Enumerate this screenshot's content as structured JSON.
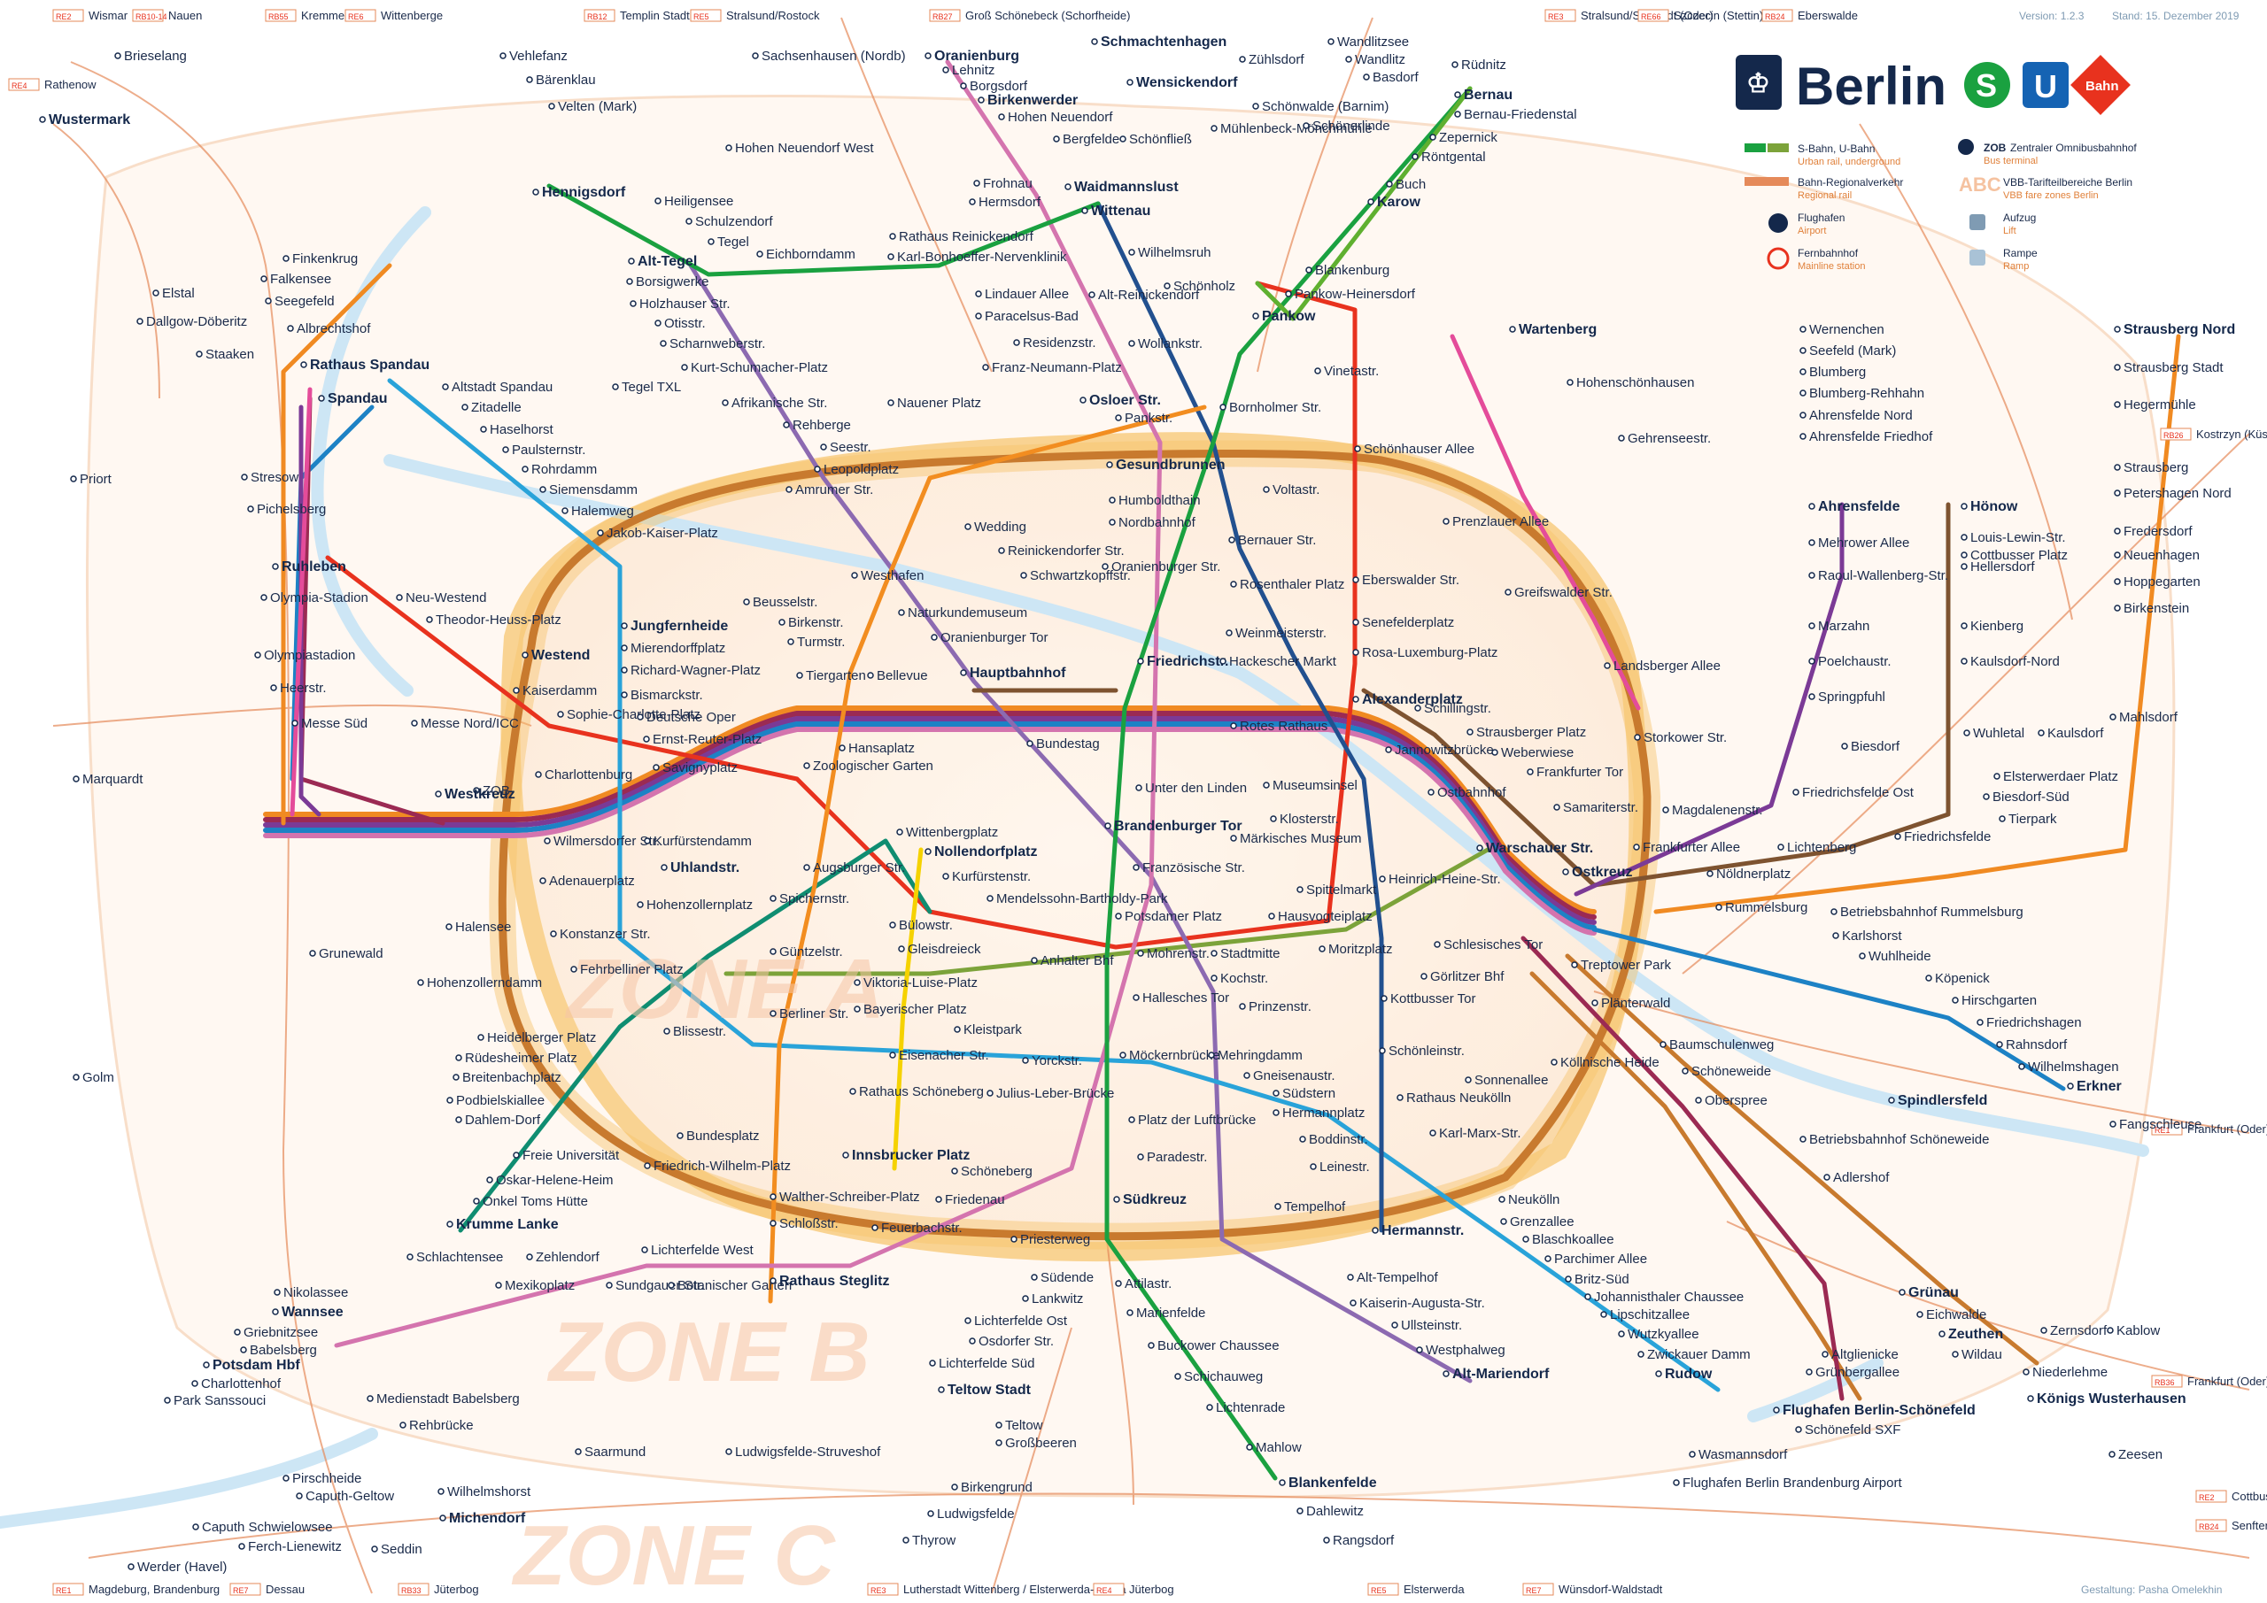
{
  "header": {
    "version": "Version: 1.2.3",
    "stand": "Stand: 15. Dezember 2019",
    "credit": "Gestaltung: Pasha Omelekhin"
  },
  "logo": {
    "city": "Berlin",
    "s_letter": "S",
    "u_letter": "U",
    "bahn": "Bahn",
    "s_color": "#1aa140",
    "u_color": "#1563b3",
    "bahn_color": "#e8321e"
  },
  "legend": [
    {
      "title": "S-Bahn, U-Bahn",
      "sub": "Urban rail, underground"
    },
    {
      "title": "Bahn-Regionalverkehr",
      "sub": "Regional rail"
    },
    {
      "title": "Flughafen",
      "sub": "Airport"
    },
    {
      "title": "Fernbahnhof",
      "sub": "Mainline station"
    },
    {
      "title": "Zentraler Omnibusbahnhof",
      "sub": "Bus terminal"
    },
    {
      "title": "VBB-Tarifteilbereiche Berlin",
      "sub": "VBB fare zones Berlin"
    },
    {
      "title": "Aufzug",
      "sub": "Lift"
    },
    {
      "title": "Rampe",
      "sub": "Ramp"
    }
  ],
  "legend_codes": {
    "zob": "ZOB",
    "abc": "ABC"
  },
  "zones": [
    "ZONE A",
    "ZONE B",
    "ZONE C"
  ],
  "line_colors": {
    "ring_s41": "#c87a2e",
    "ring_glow": "#f7c46a",
    "s1": "#d474ae",
    "s2": "#1aa140",
    "s3": "#1d82c5",
    "s5": "#f08a22",
    "s7": "#7b3a96",
    "s75": "#7b3a96",
    "s8": "#5fb030",
    "s9": "#9b2a53",
    "s25": "#1aa140",
    "s45": "#c87a2e",
    "s46": "#c87a2e",
    "s47": "#c87a2e",
    "u1": "#7ca33a",
    "u2": "#e8321e",
    "u3": "#0f8d71",
    "u4": "#f5d200",
    "u5": "#7e5330",
    "u6": "#8c6ab1",
    "u7": "#29a3d9",
    "u8": "#22508f",
    "u9": "#f28d20",
    "rail": "#e58a5a",
    "water": "#cde6f5"
  },
  "edge_labels": [
    {
      "code": "RE2",
      "text": "Wismar"
    },
    {
      "code": "RB10-14",
      "text": "Nauen"
    },
    {
      "code": "RB55",
      "text": "Kremmen"
    },
    {
      "code": "RE6",
      "text": "Wittenberge"
    },
    {
      "code": "RB12",
      "text": "Templin Stadt"
    },
    {
      "code": "RE5",
      "text": "Stralsund/Rostock"
    },
    {
      "code": "RB27",
      "text": "Groß Schönebeck (Schorfheide)"
    },
    {
      "code": "RE3",
      "text": "Stralsund/Schwedt (Oder)"
    },
    {
      "code": "RE66",
      "text": "Szczecin (Stettin)"
    },
    {
      "code": "RB24",
      "text": "Eberswalde"
    },
    {
      "code": "RE4",
      "text": "Rathenow"
    },
    {
      "code": "RE1",
      "text": "Magdeburg, Brandenburg"
    },
    {
      "code": "RE7",
      "text": "Dessau"
    },
    {
      "code": "RB33",
      "text": "Jüterbog"
    },
    {
      "code": "RE3",
      "text": "Lutherstadt Wittenberg / Elsterwerda-Biehla"
    },
    {
      "code": "RE4",
      "text": "Jüterbog"
    },
    {
      "code": "RE5",
      "text": "Elsterwerda"
    },
    {
      "code": "RE7",
      "text": "Wünsdorf-Waldstadt"
    },
    {
      "code": "RE1",
      "text": "Frankfurt (Oder), Eisenhüttenstadt"
    },
    {
      "code": "RB26",
      "text": "Kostrzyn (Küstrin)"
    },
    {
      "code": "RB36",
      "text": "Frankfurt (Oder)"
    },
    {
      "code": "RE2",
      "text": "Cottbus"
    },
    {
      "code": "RB24",
      "text": "Senftenberg"
    }
  ],
  "stations": [
    "Brieselang",
    "Vehlefanz",
    "Bärenklau",
    "Velten (Mark)",
    "Sachsenhausen (Nordb)",
    "Oranienburg",
    "Lehnitz",
    "Borgsdorf",
    "Birkenwerder",
    "Hohen Neuendorf",
    "Bergfelde",
    "Schönfließ",
    "Mühlenbeck-Mönchmühle",
    "Schmachtenhagen",
    "Wensickendorf",
    "Zühlsdorf",
    "Schönwalde (Barnim)",
    "Schönerlinde",
    "Wandlitzsee",
    "Wandlitz",
    "Basdorf",
    "Rüdnitz",
    "Bernau",
    "Bernau-Friedenstal",
    "Zepernick",
    "Röntgental",
    "Buch",
    "Karow",
    "Wustermark",
    "Hohen Neuendorf West",
    "Hennigsdorf",
    "Heiligensee",
    "Schulzendorf",
    "Tegel",
    "Eichborndamm",
    "Frohnau",
    "Hermsdorf",
    "Waidmannslust",
    "Wittenau",
    "Rathaus Reinickendorf",
    "Karl-Bonhoeffer-Nervenklinik",
    "Wilhelmsruh",
    "Schönholz",
    "Lindauer Allee",
    "Paracelsus-Bad",
    "Alt-Reinickendorf",
    "Residenzstr.",
    "Franz-Neumann-Platz",
    "Osloer Str.",
    "Pankstr.",
    "Wollankstr.",
    "Blankenburg",
    "Pankow-Heinersdorf",
    "Pankow",
    "Vinetastr.",
    "Bornholmer Str.",
    "Finkenkrug",
    "Falkensee",
    "Seegefeld",
    "Albrechtshof",
    "Elstal",
    "Dallgow-Döberitz",
    "Staaken",
    "Alt-Tegel",
    "Borsigwerke",
    "Holzhauser Str.",
    "Otisstr.",
    "Scharnweberstr.",
    "Kurt-Schumacher-Platz",
    "Afrikanische Str.",
    "Rehberge",
    "Seestr.",
    "Leopoldplatz",
    "Amrumer Str.",
    "Nauener Platz",
    "Tegel TXL",
    "Rathaus Spandau",
    "Spandau",
    "Altstadt Spandau",
    "Zitadelle",
    "Haselhorst",
    "Paulsternstr.",
    "Rohrdamm",
    "Siemensdamm",
    "Halemweg",
    "Jakob-Kaiser-Platz",
    "Stresow",
    "Pichelsberg",
    "Priort",
    "Ruhleben",
    "Olympia-Stadion",
    "Neu-Westend",
    "Theodor-Heuss-Platz",
    "Olympiastadion",
    "Heerstr.",
    "Messe Süd",
    "Westend",
    "Kaiserdamm",
    "Jungfernheide",
    "Mierendorffplatz",
    "Richard-Wagner-Platz",
    "Bismarckstr.",
    "Beusselstr.",
    "Birkenstr.",
    "Turmstr.",
    "Westhafen",
    "Wedding",
    "Reinickendorfer Str.",
    "Schwartzkopffstr.",
    "Naturkundemuseum",
    "Oranienburger Tor",
    "Gesundbrunnen",
    "Humboldthain",
    "Nordbahnhof",
    "Oranienburger Str.",
    "Voltastr.",
    "Bernauer Str.",
    "Rosenthaler Platz",
    "Weinmeisterstr.",
    "Schönhauser Allee",
    "Eberswalder Str.",
    "Senefelderplatz",
    "Rosa-Luxemburg-Platz",
    "Prenzlauer Allee",
    "Greifswalder Str.",
    "Landsberger Allee",
    "Storkower Str.",
    "Wartenberg",
    "Hohenschönhausen",
    "Gehrenseestr.",
    "Tiergarten",
    "Bellevue",
    "Hauptbahnhof",
    "Friedrichstr.",
    "Hackescher Markt",
    "Alexanderplatz",
    "Schillingstr.",
    "Strausberger Platz",
    "Weberwiese",
    "Frankfurter Tor",
    "Samariterstr.",
    "Jannowitzbrücke",
    "Ostbahnhof",
    "Messe Nord/ICC",
    "ZOB",
    "Sophie-Charlotte-Platz",
    "Deutsche Oper",
    "Ernst-Reuter-Platz",
    "Hansaplatz",
    "Zoologischer Garten",
    "Savignyplatz",
    "Charlottenburg",
    "Westkreuz",
    "Bundestag",
    "Unter den Linden",
    "Brandenburger Tor",
    "Museumsinsel",
    "Klosterstr.",
    "Märkisches Museum",
    "Rotes Rathaus",
    "Wilmersdorfer Str.",
    "Kurfürstendamm",
    "Uhlandstr.",
    "Wittenbergplatz",
    "Nollendorfplatz",
    "Kurfürstenstr.",
    "Mendelssohn-Bartholdy-Park",
    "Adenauerplatz",
    "Augsburger Str.",
    "Spichernstr.",
    "Hohenzollernplatz",
    "Halensee",
    "Konstanzer Str.",
    "Fehrbelliner Platz",
    "Güntzelstr.",
    "Bülowstr.",
    "Gleisdreieck",
    "Anhalter Bhf",
    "Französische Str.",
    "Potsdamer Platz",
    "Mohrenstr.",
    "Stadtmitte",
    "Spittelmarkt",
    "Hausvogteiplatz",
    "Heinrich-Heine-Str.",
    "Moritzplatz",
    "Kochstr.",
    "Hallesches Tor",
    "Prinzenstr.",
    "Schlesisches Tor",
    "Görlitzer Bhf",
    "Kottbusser Tor",
    "Warschauer Str.",
    "Ostkreuz",
    "Magdalenenstr.",
    "Frankfurter Allee",
    "Nöldnerplatz",
    "Lichtenberg",
    "Friedrichsfelde Ost",
    "Biesdorf",
    "Wuhletal",
    "Kaulsdorf",
    "Elsterwerdaer Platz",
    "Biesdorf-Süd",
    "Tierpark",
    "Friedrichsfelde",
    "Grunewald",
    "Hohenzollerndamm",
    "Heidelberger Platz",
    "Rüdesheimer Platz",
    "Breitenbachplatz",
    "Podbielskiallee",
    "Dahlem-Dorf",
    "Blissestr.",
    "Berliner Str.",
    "Viktoria-Luise-Platz",
    "Bayerischer Platz",
    "Kleistpark",
    "Eisenacher Str.",
    "Yorckstr.",
    "Julius-Leber-Brücke",
    "Möckernbrücke",
    "Mehringdamm",
    "Gneisenaustr.",
    "Südstern",
    "Hermannplatz",
    "Boddinstr.",
    "Leinestr.",
    "Rathaus Neukölln",
    "Karl-Marx-Str.",
    "Sonnenallee",
    "Schönleinstr.",
    "Treptower Park",
    "Plänterwald",
    "Baumschulenweg",
    "Schöneweide",
    "Köllnische Heide",
    "Oberspree",
    "Spindlersfeld",
    "Rummelsburg",
    "Betriebsbahnhof Rummelsburg",
    "Karlshorst",
    "Wuhlheide",
    "Köpenick",
    "Hirschgarten",
    "Friedrichshagen",
    "Rahnsdorf",
    "Wilhelmshagen",
    "Erkner",
    "Fangschleuse",
    "Golm",
    "Marquardt",
    "Freie Universität",
    "Oskar-Helene-Heim",
    "Onkel Toms Hütte",
    "Krumme Lanke",
    "Bundesplatz",
    "Friedrich-Wilhelm-Platz",
    "Walther-Schreiber-Platz",
    "Schloßstr.",
    "Rathaus Steglitz",
    "Innsbrucker Platz",
    "Rathaus Schöneberg",
    "Schöneberg",
    "Friedenau",
    "Feuerbachstr.",
    "Südkreuz",
    "Priesterweg",
    "Paradestr.",
    "Platz der Luftbrücke",
    "Tempelhof",
    "Hermannstr.",
    "Neukölln",
    "Grenzallee",
    "Blaschkoallee",
    "Parchimer Allee",
    "Britz-Süd",
    "Johannisthaler Chaussee",
    "Lipschitzallee",
    "Wutzkyallee",
    "Zwickauer Damm",
    "Rudow",
    "Betriebsbahnhof Schöneweide",
    "Adlershof",
    "Schlachtensee",
    "Zehlendorf",
    "Lichterfelde West",
    "Mexikoplatz",
    "Sundgauer Str.",
    "Botanischer Garten",
    "Nikolassee",
    "Wannsee",
    "Griebnitzsee",
    "Babelsberg",
    "Potsdam Hbf",
    "Charlottenhof",
    "Park Sanssouci",
    "Medienstadt Babelsberg",
    "Rehbrücke",
    "Südende",
    "Lankwitz",
    "Lichterfelde Ost",
    "Osdorfer Str.",
    "Lichterfelde Süd",
    "Teltow Stadt",
    "Attilastr.",
    "Marienfelde",
    "Buckower Chaussee",
    "Schichauweg",
    "Lichtenrade",
    "Alt-Tempelhof",
    "Kaiserin-Augusta-Str.",
    "Ullsteinstr.",
    "Westphalweg",
    "Alt-Mariendorf",
    "Grünau",
    "Eichwalde",
    "Zeuthen",
    "Wildau",
    "Altglienicke",
    "Grünbergallee",
    "Flughafen Berlin-Schönefeld",
    "Schönefeld SXF",
    "Zernsdorf",
    "Kablow",
    "Niederlehme",
    "Königs Wusterhausen",
    "Saarmund",
    "Ludwigsfelde-Struveshof",
    "Teltow",
    "Großbeeren",
    "Birkengrund",
    "Ludwigsfelde",
    "Thyrow",
    "Blankenfelde",
    "Mahlow",
    "Dahlewitz",
    "Rangsdorf",
    "Pirschheide",
    "Caputh-Geltow",
    "Caputh Schwielowsee",
    "Ferch-Lienewitz",
    "Werder (Havel)",
    "Seddin",
    "Wilhelmshorst",
    "Michendorf",
    "Wernenchen",
    "Seefeld (Mark)",
    "Blumberg",
    "Blumberg-Rehhahn",
    "Ahrensfelde Nord",
    "Ahrensfelde Friedhof",
    "Ahrensfelde",
    "Mehrower Allee",
    "Raoul-Wallenberg-Str.",
    "Marzahn",
    "Poelchaustr.",
    "Springpfuhl",
    "Hönow",
    "Louis-Lewin-Str.",
    "Hellersdorf",
    "Cottbusser Platz",
    "Kienberg",
    "Kaulsdorf-Nord",
    "Strausberg Nord",
    "Strausberg Stadt",
    "Hegermühle",
    "Strausberg",
    "Petershagen Nord",
    "Fredersdorf",
    "Neuenhagen",
    "Hoppegarten",
    "Birkenstein",
    "Mahlsdorf",
    "Wasmannsdorf",
    "Flughafen Berlin Brandenburg Airport",
    "Zeesen"
  ]
}
